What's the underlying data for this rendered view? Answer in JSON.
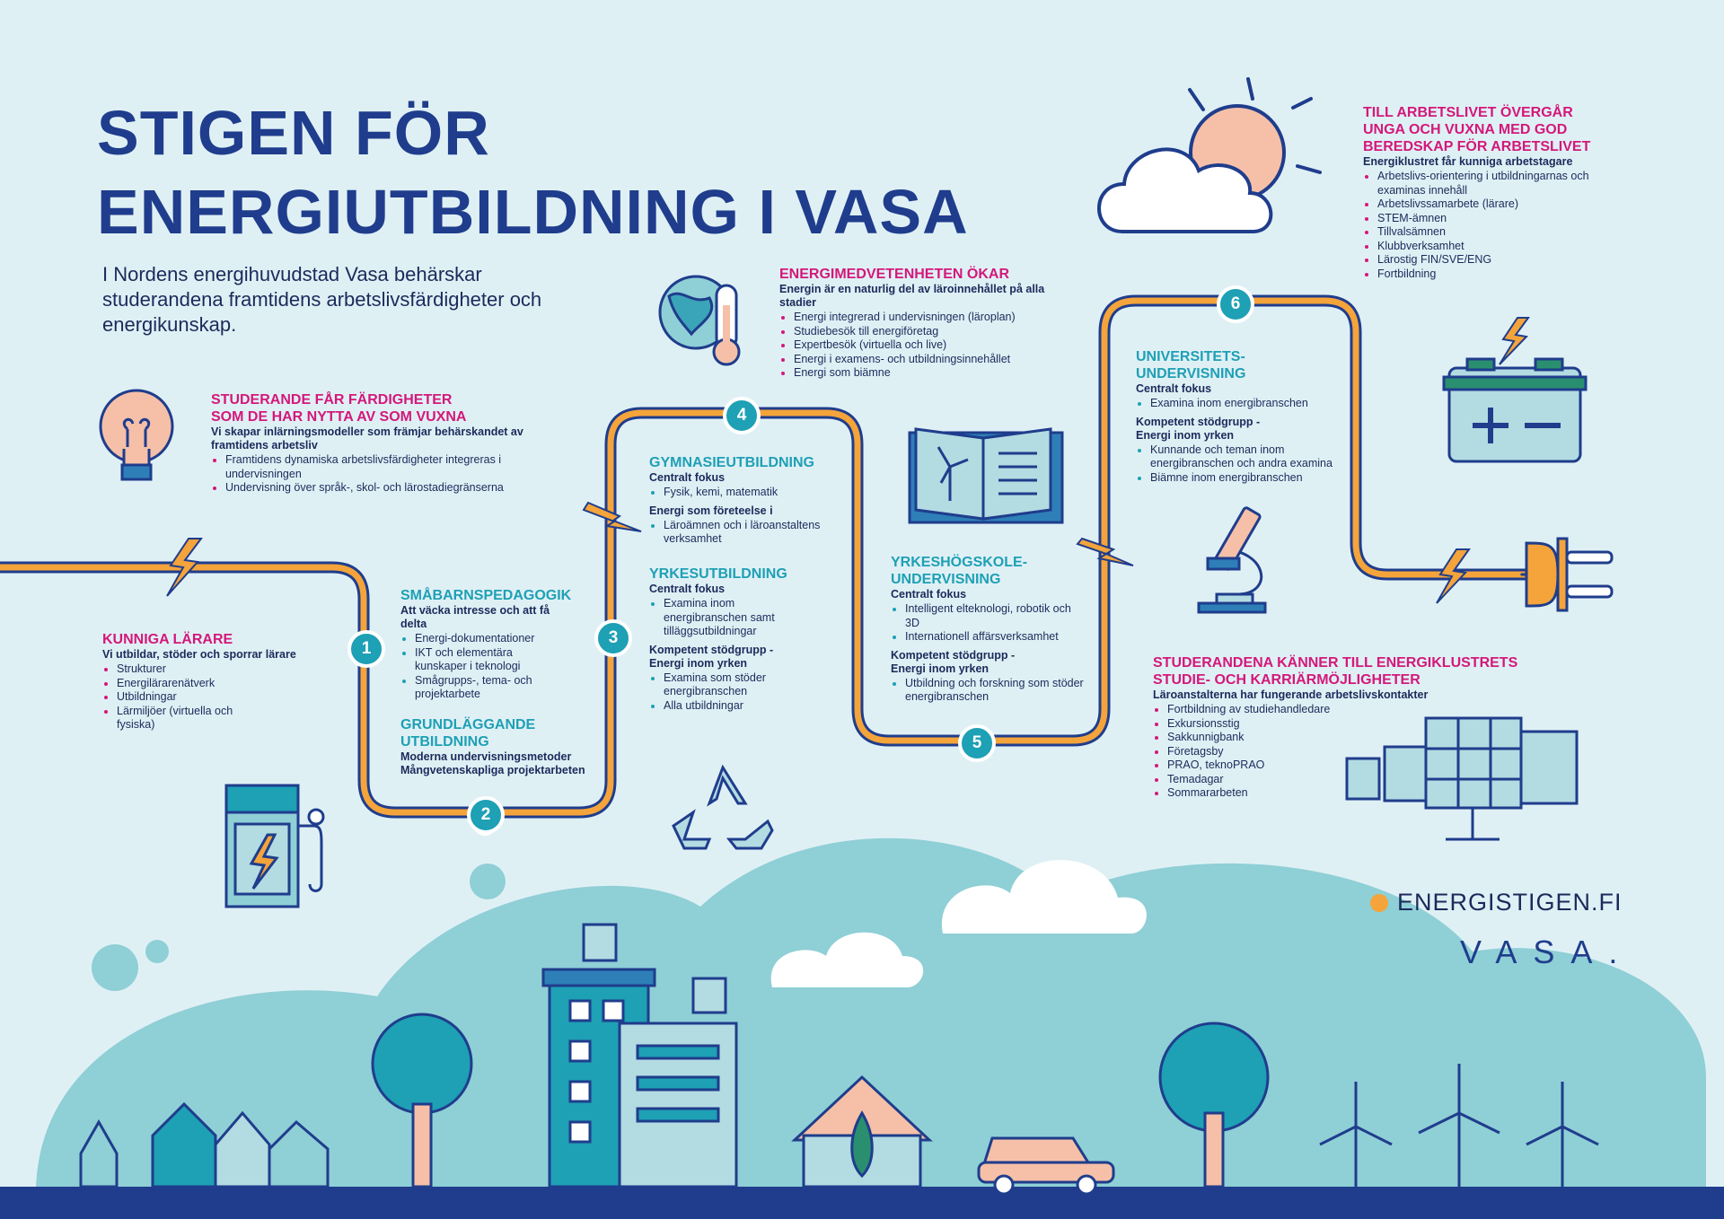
{
  "title": {
    "line1": "STIGEN FÖR",
    "line2": "ENERGIUTBILDNING I VASA"
  },
  "intro": "I Nordens energihuvudstad Vasa behärskar studerandena framtidens arbetslivsfärdigheter och energikunskap.",
  "colors": {
    "navy": "#1f3d8c",
    "pink": "#d4187a",
    "teal": "#1ea0b5",
    "orange": "#f4a43a",
    "bg": "#dff0f5"
  },
  "icons": [
    "lightbulb-icon",
    "globe-thermometer-icon",
    "sun-cloud-icon",
    "book-windturbine-icon",
    "battery-icon",
    "plug-icon",
    "microscope-icon",
    "charging-station-icon",
    "recycle-icon",
    "solar-panels-icon",
    "city-skyline-icon"
  ],
  "steps": [
    "1",
    "2",
    "3",
    "4",
    "5",
    "6"
  ],
  "studerande": {
    "heading1": "STUDERANDE FÅR FÄRDIGHETER",
    "heading2": "SOM DE HAR NYTTA AV SOM VUXNA",
    "sub": "Vi skapar inlärningsmodeller som främjar behärskandet av framtidens arbetsliv",
    "items": [
      "Framtidens dynamiska arbetslivsfärdigheter integreras i undervisningen",
      "Undervisning över språk-, skol- och lärostadiegränserna"
    ]
  },
  "larare": {
    "heading": "KUNNIGA LÄRARE",
    "sub": "Vi utbildar, stöder och sporrar lärare",
    "items": [
      "Strukturer",
      "Energilärarenätverk",
      "Utbildningar",
      "Lärmiljöer (virtuella och fysiska)"
    ]
  },
  "smabarn": {
    "heading": "SMÅBARNSPEDAGOGIK",
    "sub": "Att väcka intresse och att få delta",
    "items": [
      "Energi-dokumentationer",
      "IKT och elementära kunskaper i teknologi",
      "Smågrupps-, tema- och projektarbete"
    ]
  },
  "grund": {
    "heading1": "GRUNDLÄGGANDE",
    "heading2": "UTBILDNING",
    "sub1": "Moderna undervisningsmetoder",
    "sub2": "Mångvetenskapliga projektarbeten"
  },
  "gymnasie": {
    "heading": "GYMNASIEUTBILDNING",
    "sub1": "Centralt fokus",
    "items1": [
      "Fysik, kemi, matematik"
    ],
    "sub2": "Energi som företeelse i",
    "items2": [
      "Läroämnen och i läroanstaltens verksamhet"
    ]
  },
  "yrkes": {
    "heading": "YRKESUTBILDNING",
    "sub1": "Centralt fokus",
    "items1": [
      "Examina inom energibranschen samt tilläggsutbildningar"
    ],
    "sub2": "Kompetent stödgrupp - Energi inom yrken",
    "items2": [
      "Examina som stöder energibranschen",
      "Alla utbildningar"
    ]
  },
  "medvetenhet": {
    "heading": "ENERGIMEDVETENHETEN ÖKAR",
    "sub": "Energin är en naturlig del av läroinnehållet på alla stadier",
    "items": [
      "Energi integrerad i undervisningen (läroplan)",
      "Studiebesök till energiföretag",
      "Expertbesök (virtuella och live)",
      "Energi i examens- och utbildningsinnehållet",
      "Energi som biämne"
    ]
  },
  "yrkeshog": {
    "heading1": "YRKESHÖGSKOLE-",
    "heading2": "UNDERVISNING",
    "sub1": "Centralt fokus",
    "items1": [
      "Intelligent elteknologi, robotik och 3D",
      "Internationell affärsverksamhet"
    ],
    "sub2": "Kompetent stödgrupp - Energi inom yrken",
    "items2": [
      "Utbildning och forskning som stöder energibranschen"
    ]
  },
  "univ": {
    "heading1": "UNIVERSITETS-",
    "heading2": "UNDERVISNING",
    "sub1": "Centralt fokus",
    "items1": [
      "Examina inom energibranschen"
    ],
    "sub2": "Kompetent stödgrupp - Energi inom yrken",
    "items2": [
      "Kunnande och teman inom energibranschen och andra examina",
      "Biämne inom energibranschen"
    ]
  },
  "arbetsliv": {
    "heading1": "TILL ARBETSLIVET ÖVERGÅR",
    "heading2": "UNGA OCH VUXNA MED GOD",
    "heading3": "BEREDSKAP FÖR ARBETSLIVET",
    "sub": "Energiklustret får kunniga arbetstagare",
    "items": [
      "Arbetslivs-orientering i utbildningarnas och examinas innehåll",
      "Arbetslivssamarbete (lärare)",
      "STEM-ämnen",
      "Tillvalsämnen",
      "Klubbverksamhet",
      "Lärostig FIN/SVE/ENG",
      "Fortbildning"
    ]
  },
  "klustret": {
    "heading1": "STUDERANDENA KÄNNER TILL ENERGIKLUSTRETS",
    "heading2": "STUDIE- OCH KARRIÄRMÖJLIGHETER",
    "sub": "Läroanstalterna har fungerande arbetslivskontakter",
    "items": [
      "Fortbildning av studiehandledare",
      "Exkursionsstig",
      "Sakkunnigbank",
      "Företagsby",
      "PRAO, teknoPRAO",
      "Temadagar",
      "Sommararbeten"
    ]
  },
  "brand": {
    "site": "ENERGISTIGEN.FI",
    "city": "VASA."
  }
}
